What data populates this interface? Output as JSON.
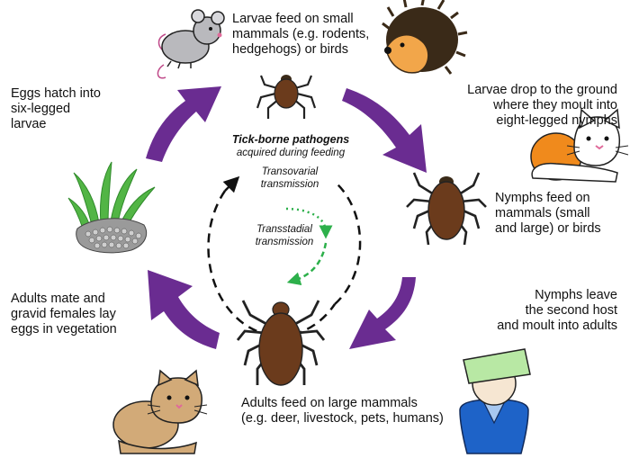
{
  "labels": {
    "larvae_feed": "Larvae feed on small\nmammals (e.g. rodents,\nhedgehogs) or birds",
    "larvae_drop": "Larvae drop to the ground\nwhere they moult into\neight-legged nymphs",
    "nymphs_feed": "Nymphs feed on\nmammals (small\nand large) or birds",
    "nymphs_leave": "Nymphs leave\nthe second host\nand moult into adults",
    "adults_feed": "Adults feed on large mammals\n(e.g. deer, livestock, pets, humans)",
    "adults_mate": "Adults mate and\ngravid females lay\neggs in vegetation",
    "eggs_hatch": "Eggs hatch into\nsix-legged\nlarvae"
  },
  "center": {
    "title": "Tick-borne pathogens",
    "subtitle": "acquired during feeding",
    "transovarial": "Transovarial\ntransmission",
    "transstadial": "Transstadial\ntransmission"
  },
  "colors": {
    "cycle_arrow": "#6a2c91",
    "tick_body": "#6b3b1c",
    "transstadial_arrow": "#2db04b",
    "mouse": "#b9b9bd",
    "hedgehog_spines": "#3a2a18",
    "cat_orange": "#f08a1c",
    "cat_tan": "#d2aa78",
    "person_shirt": "#1e63c8",
    "person_hat": "#b8e8a4",
    "grass": "#52b545"
  },
  "icons": [
    "mouse-icon",
    "hedgehog-icon",
    "larva-tick-icon",
    "cat-white-orange-icon",
    "nymph-tick-icon",
    "person-icon",
    "adult-tick-icon",
    "cat-tan-icon",
    "grass-eggs-icon"
  ]
}
